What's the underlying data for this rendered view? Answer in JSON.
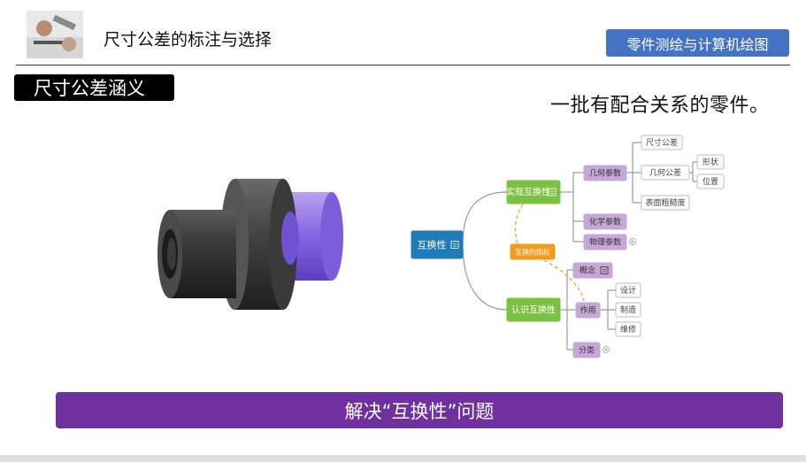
{
  "header": {
    "title": "尺寸公差的标注与选择",
    "course_badge": "零件测绘与计算机绘图"
  },
  "section": {
    "tag": "尺寸公差涵义",
    "lead_text": "一批有配合关系的零件。"
  },
  "mindmap": {
    "root": "互换性",
    "connector_label": "互换的指标",
    "branches": [
      {
        "label": "实现互换性",
        "children": [
          {
            "label": "几何参数",
            "children": [
              {
                "label": "尺寸公差"
              },
              {
                "label": "几何公差",
                "children": [
                  {
                    "label": "形状"
                  },
                  {
                    "label": "位置"
                  }
                ]
              },
              {
                "label": "表面粗糙度"
              }
            ]
          },
          {
            "label": "化学参数"
          },
          {
            "label": "物理参数"
          }
        ]
      },
      {
        "label": "认识互换性",
        "children": [
          {
            "label": "概念"
          },
          {
            "label": "作用",
            "children": [
              {
                "label": "设计"
              },
              {
                "label": "制造"
              },
              {
                "label": "维修"
              }
            ]
          },
          {
            "label": "分类"
          }
        ]
      }
    ]
  },
  "banner": {
    "text": "解决“互换性”问题"
  },
  "colors": {
    "course_badge": "#4472c4",
    "banner": "#7030a0",
    "root_node": "#1f7cb8",
    "branch_node": "#7cc242",
    "sub_node": "#c7a7d8",
    "connector": "#f29b1d"
  }
}
